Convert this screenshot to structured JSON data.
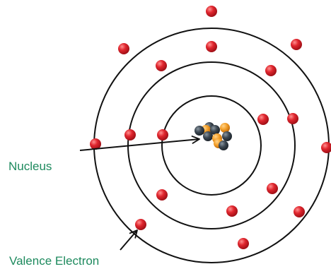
{
  "labels": {
    "nucleus": "Nucleus",
    "valence_electron": "Valence Electron"
  },
  "colors": {
    "background": "#ffffff",
    "shell": "#111111",
    "electron": "#d8202a",
    "proton": "#f4a02a",
    "neutron": "#3b4650",
    "label_text": "#1e8a5e",
    "arrow": "#111111"
  },
  "shells": [
    {
      "name": "inner-shell",
      "electron_count": 2
    },
    {
      "name": "middle-shell",
      "electron_count": 8
    },
    {
      "name": "outer-shell",
      "electron_count": 8
    }
  ],
  "nucleus": {
    "protons": 4,
    "neutrons": 6
  }
}
